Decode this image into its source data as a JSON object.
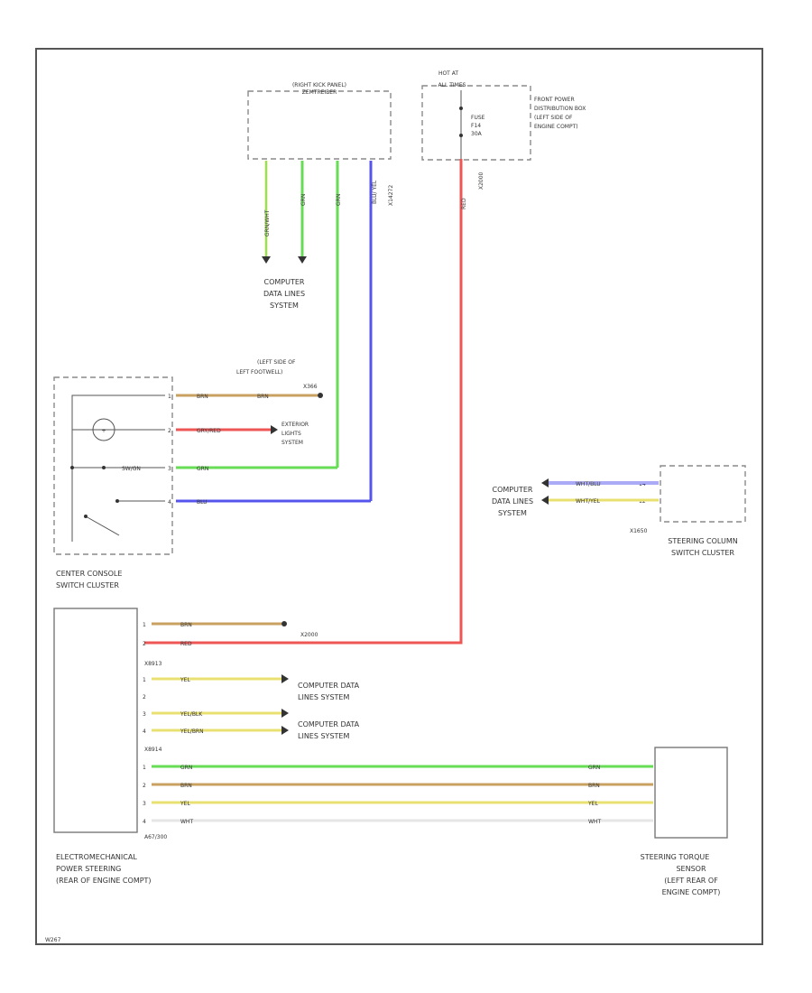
{
  "colors": {
    "green": "#66dd55",
    "blue": "#5555ee",
    "red": "#ee5555",
    "yellow": "#e8e070",
    "brown": "#c8a060",
    "white": "#e6e6e6"
  },
  "icons": [
    "ground-icon",
    "light-bulb-icon",
    "switch-icon",
    "connector-arrow-icon",
    "connector-dot-icon"
  ],
  "footer_code": "W267",
  "modules": {
    "footwell": {
      "title": "(RIGHT KICK PANEL)",
      "name": "ZEMTREIBER"
    },
    "fuse_box": {
      "hot": "HOT AT",
      "hot2": "ALL TIMES",
      "fuse1": "FUSE",
      "fuse2": "F14",
      "fuse3": "30A",
      "desc1": "FRONT POWER",
      "desc2": "DISTRIBUTION BOX",
      "desc3": "(LEFT SIDE OF",
      "desc4": "ENGINE COMPT)"
    },
    "console": {
      "line1": "CENTER CONSOLE",
      "line2": "SWITCH CLUSTER"
    },
    "column": {
      "line1": "STEERING COLUMN",
      "line2": "SWITCH CLUSTER",
      "conn": "X1650"
    },
    "eps": {
      "line1": "ELECTROMECHANICAL",
      "line2": "POWER STEERING",
      "line3": "(REAR OF ENGINE COMPT)",
      "conn": "A67/300"
    },
    "sensor": {
      "line1": "STEERING TORQUE",
      "line2": "SENSOR",
      "line3": "(LEFT REAR OF",
      "line4": "ENGINE COMPT)"
    }
  },
  "references": {
    "cdl_top": {
      "line1": "COMPUTER",
      "line2": "DATA LINES",
      "line3": "SYSTEM"
    },
    "cdl_col": {
      "line1": "COMPUTER",
      "line2": "DATA LINES",
      "line3": "SYSTEM"
    },
    "ground_loc": {
      "line1": "(LEFT SIDE OF",
      "line2": "LEFT FOOTWELL)",
      "line3": "X366"
    },
    "ext_lights": {
      "line1": "EXTERIOR",
      "line2": "LIGHTS",
      "line3": "SYSTEM"
    },
    "cdl_eps1": {
      "line1": "COMPUTER DATA",
      "line2": "LINES SYSTEM"
    },
    "cdl_eps2": {
      "line1": "COMPUTER DATA",
      "line2": "LINES SYSTEM"
    }
  },
  "wires": {
    "top_w1": "GRN/WHT",
    "top_w2": "GRN",
    "top_w3": "GRN",
    "top_w4": "BLU/ YEL",
    "top_conn": "X14272",
    "fuse_wire": "RED",
    "fuse_conn": "X2000",
    "con_1a": "BRN",
    "con_1b": "BRN",
    "con_2": "GRY/RED",
    "con_3": "GRN",
    "con_3b": "SW/GN",
    "con_4": "BLU",
    "col_1": "WHT/BLU",
    "col_2": "WHT/YEL",
    "eps_1": "BRN",
    "eps_2": "RED",
    "eps_conn_a": "X2000",
    "eps_sub1": "X8913",
    "eps_sub2": "X8914",
    "eps_y1": "YEL",
    "eps_y3": "YEL/BLK",
    "eps_y4": "YEL/BRN",
    "ts_1": "GRN",
    "ts_2": "BRN",
    "ts_3": "YEL",
    "ts_4": "WHT",
    "ts_1r": "GRN",
    "ts_2r": "BRN",
    "ts_3r": "YEL",
    "ts_4r": "WHT"
  },
  "pins": {
    "con_p1": "1",
    "con_p2": "2",
    "con_p3": "3",
    "con_p4": "4",
    "col_p1": "14",
    "col_p2": "12",
    "eps_p1": "1",
    "eps_p2": "2",
    "eps_q1": "1",
    "eps_q2": "2",
    "eps_q3": "3",
    "eps_q4": "4",
    "ts_p1": "1",
    "ts_p2": "2",
    "ts_p3": "3",
    "ts_p4": "4"
  }
}
